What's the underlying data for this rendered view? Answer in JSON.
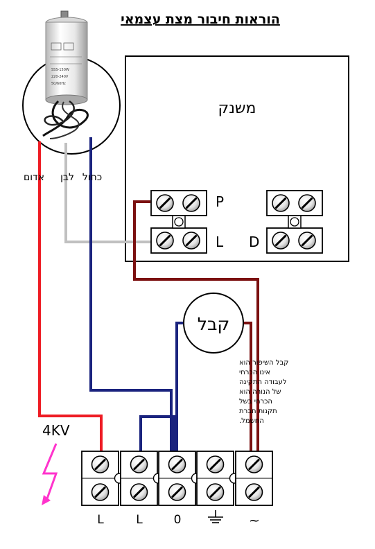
{
  "title": "הוראות חיבור מצת עצמאי",
  "transformer_label": "משנק",
  "capacitor_label": "קבל",
  "capacitor_note": [
    "קבל השיפור הוא",
    "אינו הכרחי",
    "לעבודה התקינה",
    "של הנורה הוא",
    "הכרחי בשל",
    "תקנות חברת",
    "החשמל."
  ],
  "igniter_wires": {
    "red": "אדום",
    "white": "לבן",
    "blue": "כחול"
  },
  "transformer_terminals": {
    "p": "P",
    "l": "L",
    "d": "D"
  },
  "voltage_label": "4KV",
  "terminal_block_labels": [
    "L",
    "L",
    "0",
    "~"
  ],
  "ground_symbol": "ground-icon",
  "igniter_print": [
    "SSS-150W",
    "220-240V",
    "50/60Hz"
  ],
  "colors": {
    "red_wire": "#ee1c24",
    "white_wire": "#c0c0c0",
    "blue_wire": "#1a237e",
    "brown_wire": "#7b1010",
    "spark": "#ff33cc"
  }
}
